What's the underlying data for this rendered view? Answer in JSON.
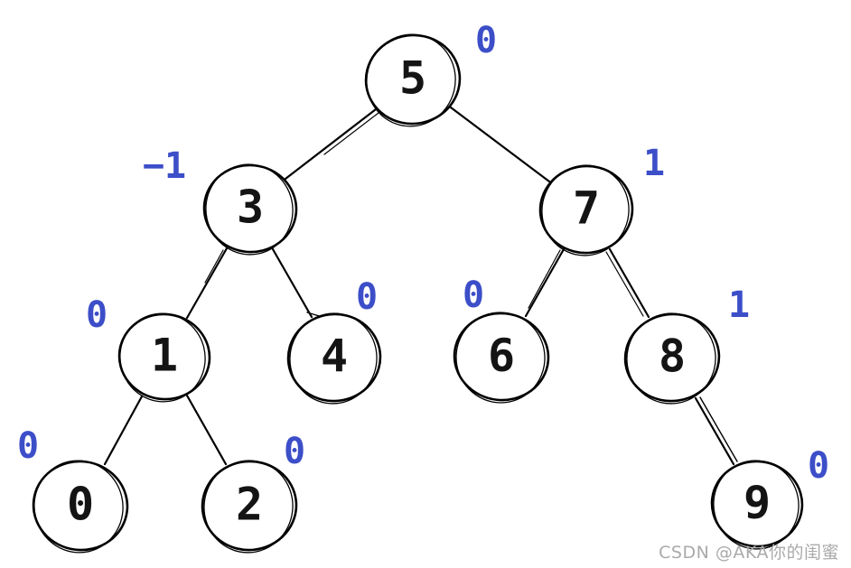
{
  "tree": {
    "description": "hand-drawn binary tree with blue balance-factor annotations",
    "colors": {
      "background": "#ffffff",
      "node_stroke": "#000000",
      "node_fill": "#ffffff",
      "digit": "#141414",
      "annotation_blue": "#3c4ec8",
      "watermark_gray": "#aaaaaa"
    },
    "nodes": [
      {
        "value": "5",
        "annotation": "0",
        "annotation_side": "top-right"
      },
      {
        "value": "3",
        "annotation": "−1",
        "annotation_side": "top-left"
      },
      {
        "value": "7",
        "annotation": "1",
        "annotation_side": "top-right"
      },
      {
        "value": "1",
        "annotation": "0",
        "annotation_side": "top-left"
      },
      {
        "value": "4",
        "annotation": "0",
        "annotation_side": "top-right"
      },
      {
        "value": "6",
        "annotation": "0",
        "annotation_side": "top-left"
      },
      {
        "value": "8",
        "annotation": "1",
        "annotation_side": "top-right"
      },
      {
        "value": "0",
        "annotation": "0",
        "annotation_side": "top-left"
      },
      {
        "value": "2",
        "annotation": "0",
        "annotation_side": "top-right"
      },
      {
        "value": "9",
        "annotation": "0",
        "annotation_side": "top-right"
      }
    ],
    "edges": [
      [
        "5",
        "3"
      ],
      [
        "5",
        "7"
      ],
      [
        "3",
        "1"
      ],
      [
        "3",
        "4"
      ],
      [
        "7",
        "6"
      ],
      [
        "7",
        "8"
      ],
      [
        "1",
        "0"
      ],
      [
        "1",
        "2"
      ],
      [
        "8",
        "9"
      ]
    ],
    "watermark": "CSDN @AKA你的闺蜜"
  }
}
